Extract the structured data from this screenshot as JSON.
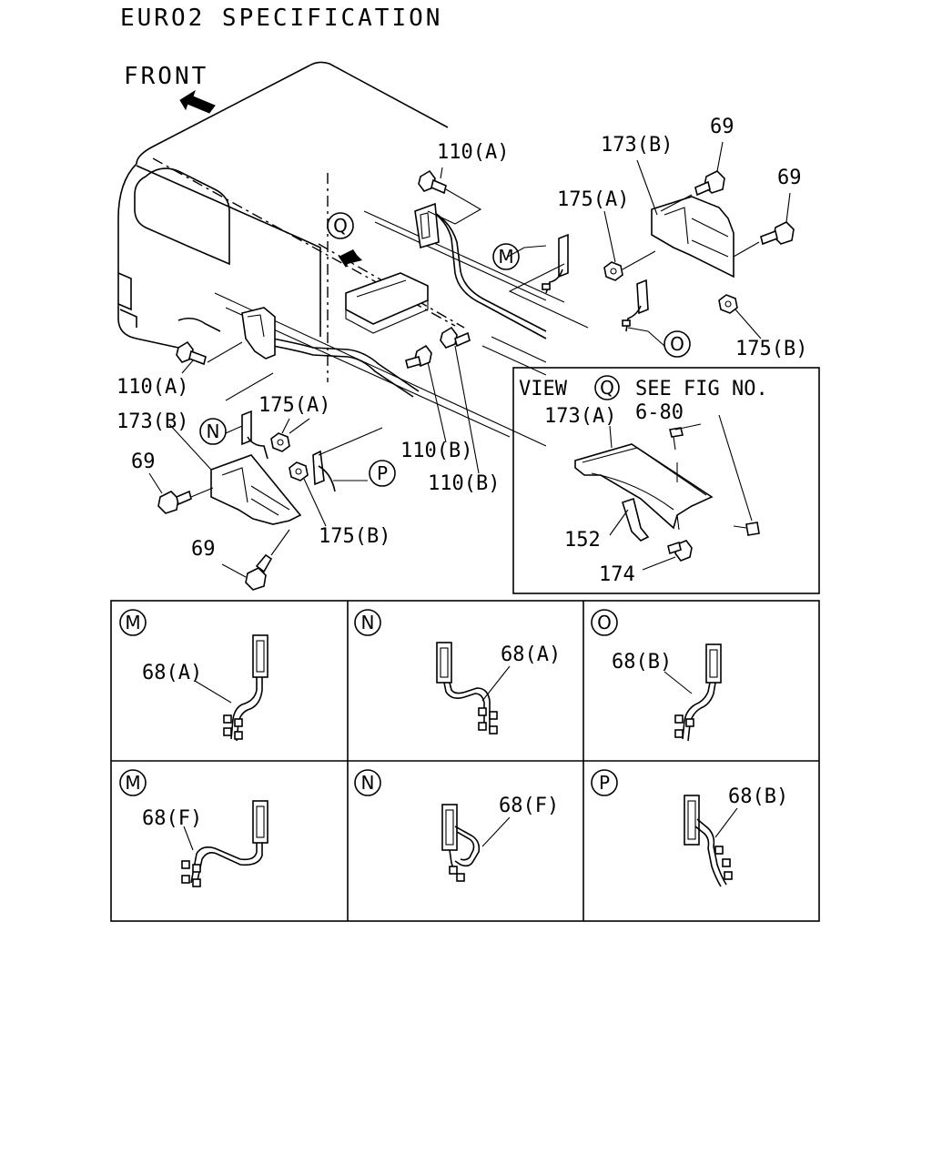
{
  "title": "EURO2 SPECIFICATION",
  "front_label": "FRONT",
  "view_box": {
    "line1": "VIEW",
    "view_letter": "Q",
    "line1_rest": "SEE FIG NO.",
    "fig_no": "6-80",
    "labels": {
      "bracket": "173(A)",
      "stay": "152",
      "bolt": "174"
    }
  },
  "main_labels": {
    "bolt_110a_top": "110(A)",
    "bolt_110a_left": "110(A)",
    "bolt_110b_1": "110(B)",
    "bolt_110b_2": "110(B)",
    "bracket_173b_right": "173(B)",
    "bracket_173b_left": "173(B)",
    "bolt_69_r1": "69",
    "bolt_69_r2": "69",
    "bolt_69_l1": "69",
    "bolt_69_l2": "69",
    "nut_175a_right": "175(A)",
    "nut_175a_left": "175(A)",
    "nut_175b_right": "175(B)",
    "nut_175b_left": "175(B)"
  },
  "callouts": {
    "m": "M",
    "n": "N",
    "o": "O",
    "p": "P",
    "q": "Q"
  },
  "detail_panels": [
    {
      "letter": "M",
      "part": "68(A)"
    },
    {
      "letter": "N",
      "part": "68(A)"
    },
    {
      "letter": "O",
      "part": "68(B)"
    },
    {
      "letter": "M",
      "part": "68(F)"
    },
    {
      "letter": "N",
      "part": "68(F)"
    },
    {
      "letter": "P",
      "part": "68(B)"
    }
  ]
}
